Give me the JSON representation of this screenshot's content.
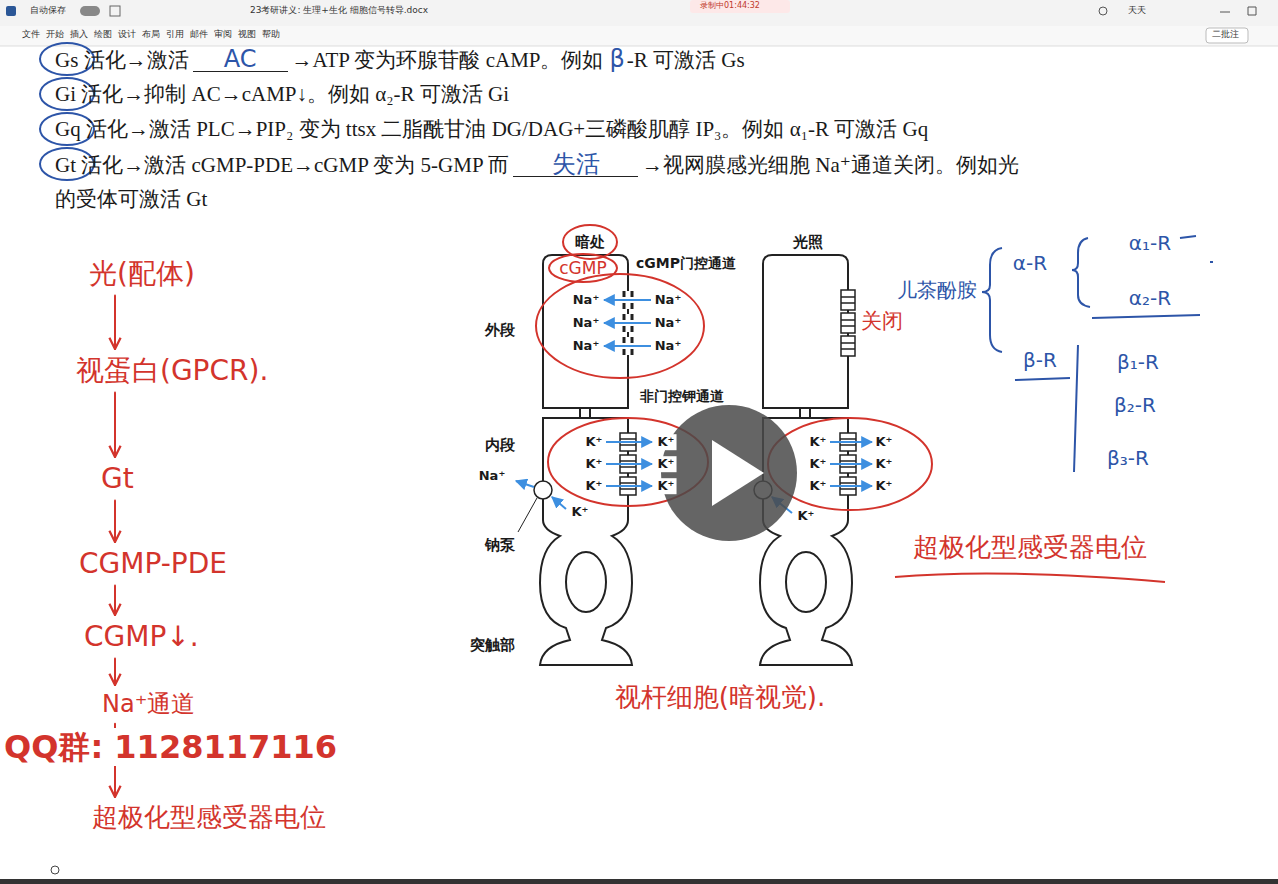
{
  "diagram": {
    "nodes": [
      {
        "text": [
          "光(配体)"
        ]
      },
      {
        "text": [
          "视蛋白(GPCR)."
        ]
      },
      {
        "text": [
          "Gt"
        ]
      },
      {
        "text": [
          "CGMP-PDE"
        ]
      },
      {
        "text": [
          "CGMP↓."
        ]
      },
      {
        "text": [
          "Na⁺通道"
        ]
      },
      {
        "text": [
          "超极化型感受器电位"
        ]
      }
    ],
    "edges": [
      {
        "from": 0,
        "to": 1,
        "arrow": "to"
      },
      {
        "from": 1,
        "to": 2,
        "arrow": "to"
      },
      {
        "from": 2,
        "to": 3,
        "arrow": "to"
      },
      {
        "from": 3,
        "to": 4,
        "arrow": "to"
      },
      {
        "from": 4,
        "to": 5,
        "arrow": "to"
      },
      {
        "from": 5,
        "to": 6,
        "arrow": "to"
      }
    ],
    "labels": [
      "自动保存",
      "23考研讲义: 生理+生化 细胞信号转导.docx",
      "录制中01:44:32",
      "文件",
      "开始",
      "插入",
      "绘图",
      "设计",
      "布局",
      "引用",
      "邮件",
      "审阅",
      "视图",
      "帮助",
      "二批注",
      "Gs 活化→激活",
      "AC",
      "→ATP 变为环腺苷酸 cAMP。例如",
      "β",
      "-R 可激活 Gs",
      "Gi 活化→抑制 AC→cAMP↓。例如 α₂-R 可激活 Gi",
      "Gq 活化→激活 PLC→PIP₂ 变为 ttsx 二脂酰甘油 DG/DAG+三磷酸肌醇 IP₃。例如 α₁-R 可激活 Gq",
      "Gt 活化→激活 cGMP-PDE→cGMP 变为 5-GMP 而",
      "失活",
      "→视网膜感光细胞 Na⁺通道关闭。例如光",
      "的受体可激活 Gt",
      "暗处",
      "光照",
      "cGMP",
      "cGMP门控通道",
      "Na⁺",
      "Na⁺",
      "Na⁺",
      "Na⁺",
      "Na⁺",
      "Na⁺",
      "外段",
      "关闭",
      "非门控钾通道",
      "内段",
      "K⁺",
      "K⁺",
      "K⁺",
      "K⁺",
      "K⁺",
      "K⁺",
      "K⁺",
      "K⁺",
      "K⁺",
      "K⁺",
      "K⁺",
      "K⁺",
      "Na⁺",
      "K⁺",
      "钠泵",
      "K⁺",
      "突触部",
      "视杆细胞(暗视觉).",
      "儿茶酚胺",
      "α-R",
      "α₁-R",
      "α₂-R",
      "β-R",
      "β₁-R",
      "β₂-R",
      "β₃-R",
      "超极化型感受器电位",
      "QQ群: 1128117116",
      "天天"
    ]
  }
}
